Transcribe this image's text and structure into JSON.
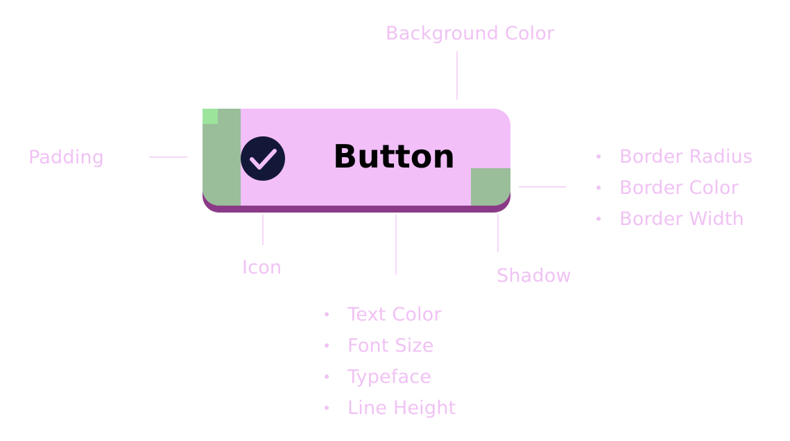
{
  "annotations": {
    "background_color": "Background Color",
    "padding": "Padding",
    "icon": "Icon",
    "shadow": "Shadow"
  },
  "border_list": [
    "Border Radius",
    "Border Color",
    "Border Width"
  ],
  "text_list": [
    "Text Color",
    "Font Size",
    "Typeface",
    "Line Height"
  ],
  "button": {
    "label": "Button",
    "icon": "check-circle-icon"
  },
  "colors": {
    "annotation": "#F0C2F4",
    "button_background": "#F2BFF9",
    "button_shadow": "#8B3A87",
    "padding_highlight": "#9ABD9A",
    "icon_fill": "#141838"
  }
}
